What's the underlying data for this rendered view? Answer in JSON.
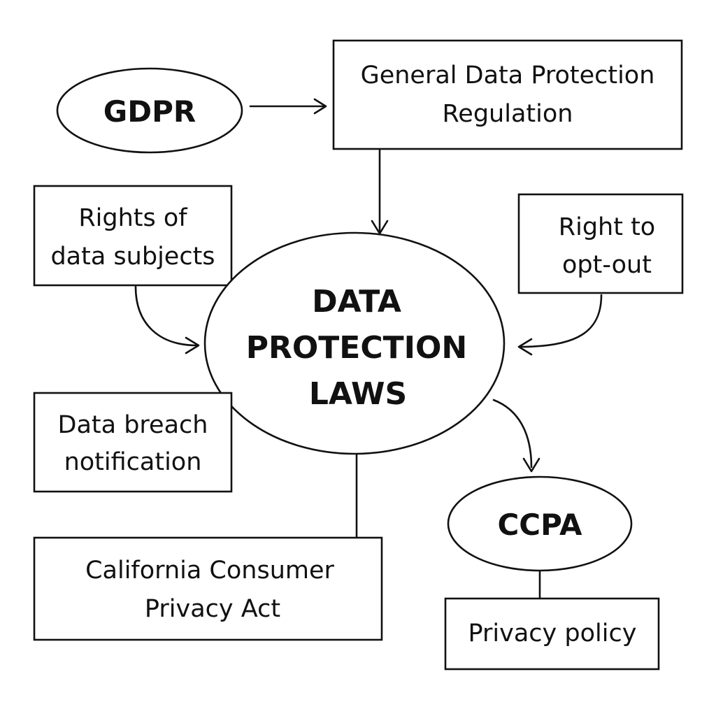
{
  "nodes": {
    "gdpr": {
      "label": "GDPR"
    },
    "gdpr_full": {
      "lines": [
        "General Data Protection",
        "Regulation"
      ]
    },
    "rights_subjects": {
      "lines": [
        "Rights of",
        "data subjects"
      ]
    },
    "right_optout": {
      "lines": [
        "Right to",
        "opt-out"
      ]
    },
    "center": {
      "lines": [
        "DATA",
        "PROTECTION",
        "LAWS"
      ]
    },
    "breach": {
      "lines": [
        "Data breach",
        "notification"
      ]
    },
    "ccpa": {
      "label": "CCPA"
    },
    "ccpa_full": {
      "lines": [
        "California Consumer",
        "Privacy Act"
      ]
    },
    "privacy_policy": {
      "label": "Privacy policy"
    }
  },
  "edges": [
    {
      "from": "gdpr",
      "to": "gdpr_full",
      "kind": "arrow"
    },
    {
      "from": "gdpr_full",
      "to": "center",
      "kind": "arrow"
    },
    {
      "from": "rights_subjects",
      "to": "center",
      "kind": "arrow"
    },
    {
      "from": "right_optout",
      "to": "center",
      "kind": "arrow"
    },
    {
      "from": "center",
      "to": "ccpa",
      "kind": "arrow"
    },
    {
      "from": "center",
      "to": "ccpa_full",
      "kind": "line"
    },
    {
      "from": "ccpa",
      "to": "privacy_policy",
      "kind": "line"
    }
  ],
  "colors": {
    "stroke": "#111111",
    "fill": "#ffffff"
  }
}
